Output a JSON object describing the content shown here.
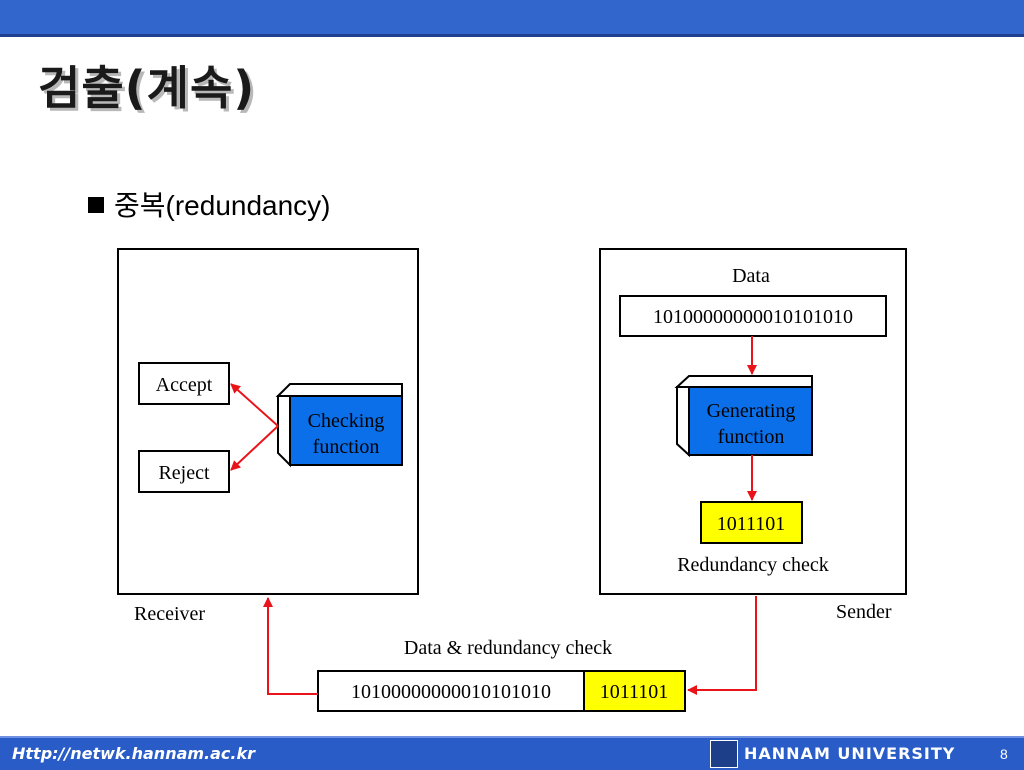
{
  "title": "검출(계속)",
  "bullet": "중복(redundancy)",
  "diagram": {
    "receiver_label": "Receiver",
    "sender_label": "Sender",
    "accept": "Accept",
    "reject": "Reject",
    "checking_function": [
      "Checking",
      "function"
    ],
    "data_label": "Data",
    "data_bits": "10100000000010101010",
    "generating_function": [
      "Generating",
      "function"
    ],
    "redundancy_bits": "1011101",
    "redundancy_check_label": "Redundancy check",
    "transmission_label": "Data & redundancy check",
    "transmitted_data_bits": "10100000000010101010",
    "transmitted_redundancy_bits": "1011101"
  },
  "colors": {
    "function_box": "#0a6fe8",
    "redundancy_box": "#ffff00",
    "arrow": "#e8141a",
    "header_bar": "#3366cc"
  },
  "footer": {
    "url": "Http://netwk.hannam.ac.kr",
    "university": "HANNAM UNIVERSITY",
    "page": "8"
  }
}
